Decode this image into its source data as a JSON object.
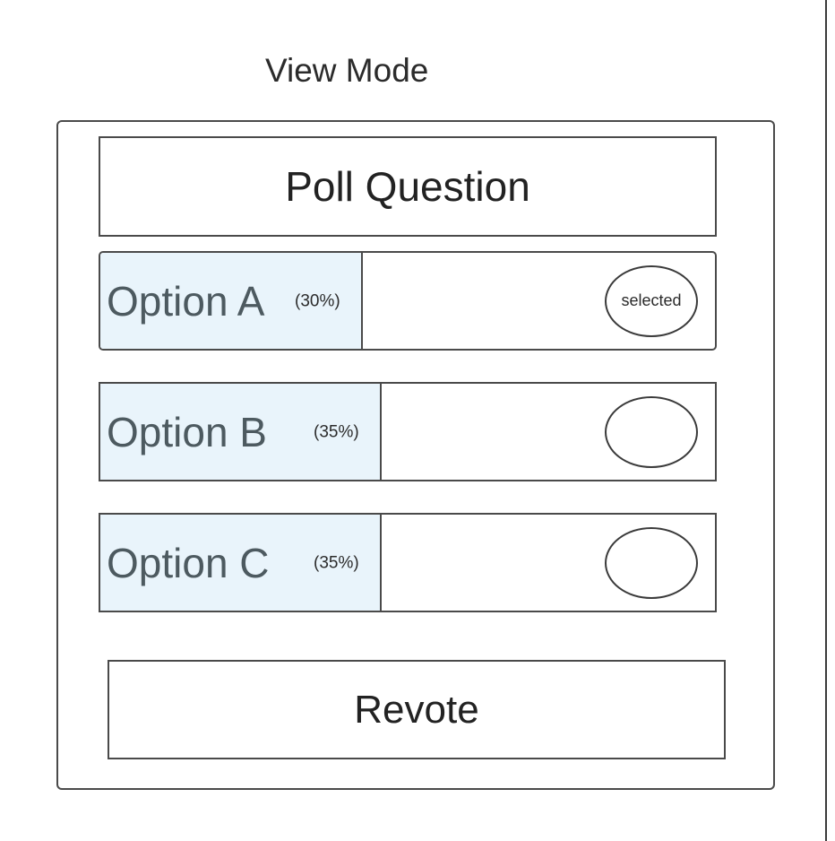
{
  "header": {
    "mode_title": "View Mode"
  },
  "poll": {
    "question": "Poll Question",
    "options": [
      {
        "label": "Option A",
        "percent_text": "(30%)",
        "share": 0.3,
        "status": "selected"
      },
      {
        "label": "Option B",
        "percent_text": "(35%)",
        "share": 0.35,
        "status": ""
      },
      {
        "label": "Option C",
        "percent_text": "(35%)",
        "share": 0.35,
        "status": ""
      }
    ],
    "revote_label": "Revote"
  },
  "colors": {
    "result_fill": "#e9f4fb",
    "border": "#4a4a4a"
  }
}
